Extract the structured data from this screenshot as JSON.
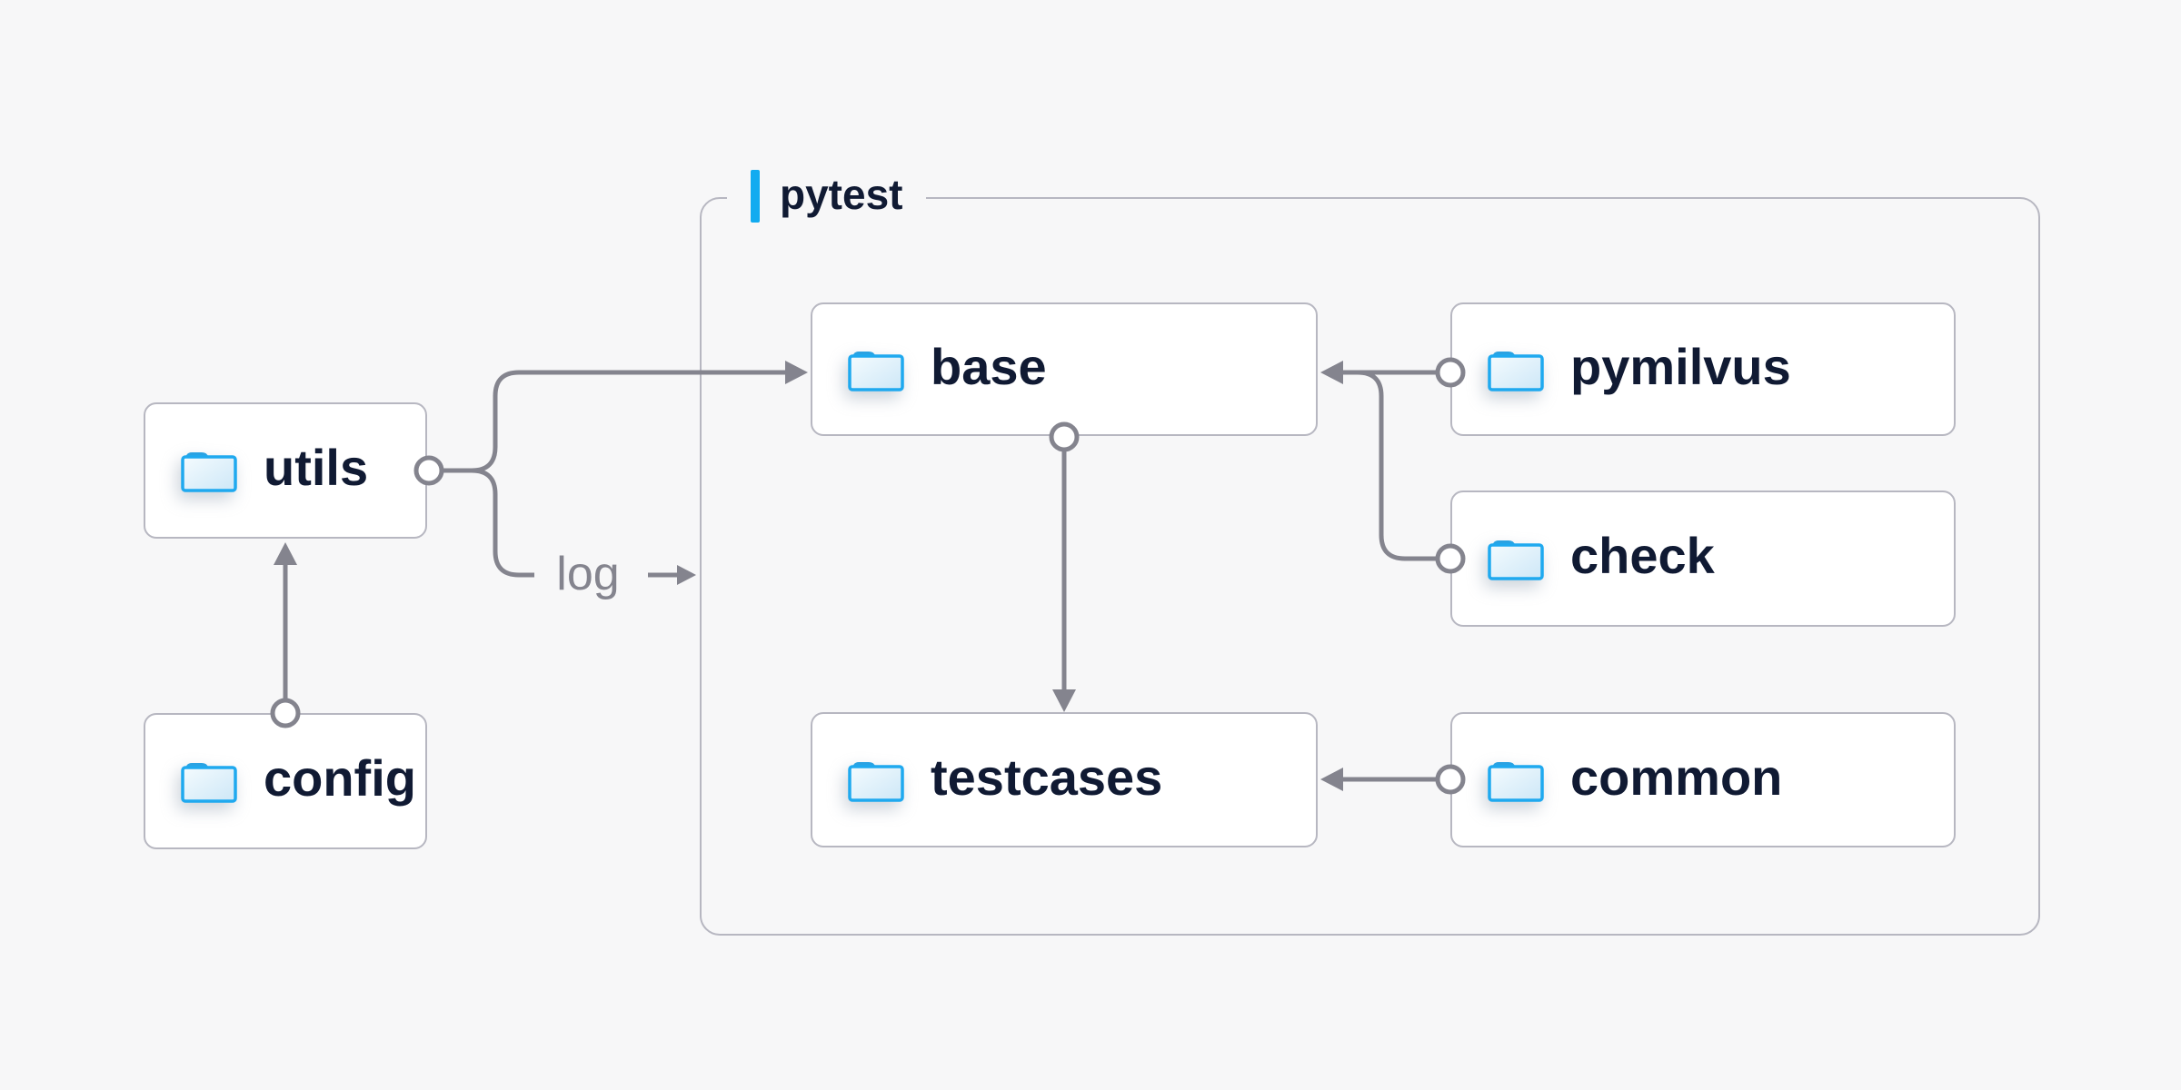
{
  "diagram": {
    "container": {
      "label": "pytest"
    },
    "nodes": {
      "utils": {
        "label": "utils"
      },
      "config": {
        "label": "config"
      },
      "base": {
        "label": "base"
      },
      "pymilvus": {
        "label": "pymilvus"
      },
      "check": {
        "label": "check"
      },
      "testcases": {
        "label": "testcases"
      },
      "common": {
        "label": "common"
      }
    },
    "edges": {
      "log_label": "log",
      "connections": [
        "config -> utils",
        "utils -> base",
        "utils -> log -> pytest",
        "base -> testcases",
        "pymilvus -> base",
        "check -> base",
        "common -> testcases"
      ]
    },
    "colors": {
      "background": "#F7F7F8",
      "node_fill": "#FFFFFF",
      "node_border": "#B7B7C1",
      "container_border": "#B7B7C1",
      "connector_gray": "#84848E",
      "label_text": "#101A33",
      "edge_label_text": "#84848E",
      "accent_blue": "#12ABF0",
      "folder_stroke": "#1FA9EF",
      "folder_tab": "#2AA2E2",
      "folder_fill_light": "#F2FAFE",
      "folder_fill_dark": "#CDE7F7"
    }
  }
}
